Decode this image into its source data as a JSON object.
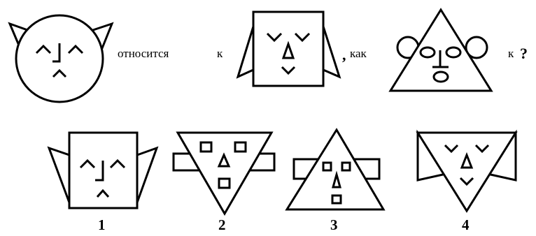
{
  "analogy": {
    "relates_to": "относится",
    "to_1": "к",
    "comma": ",",
    "as": "как",
    "to_2": "к",
    "question_mark": "?"
  },
  "options": [
    {
      "number": "1"
    },
    {
      "number": "2"
    },
    {
      "number": "3"
    },
    {
      "number": "4"
    }
  ]
}
